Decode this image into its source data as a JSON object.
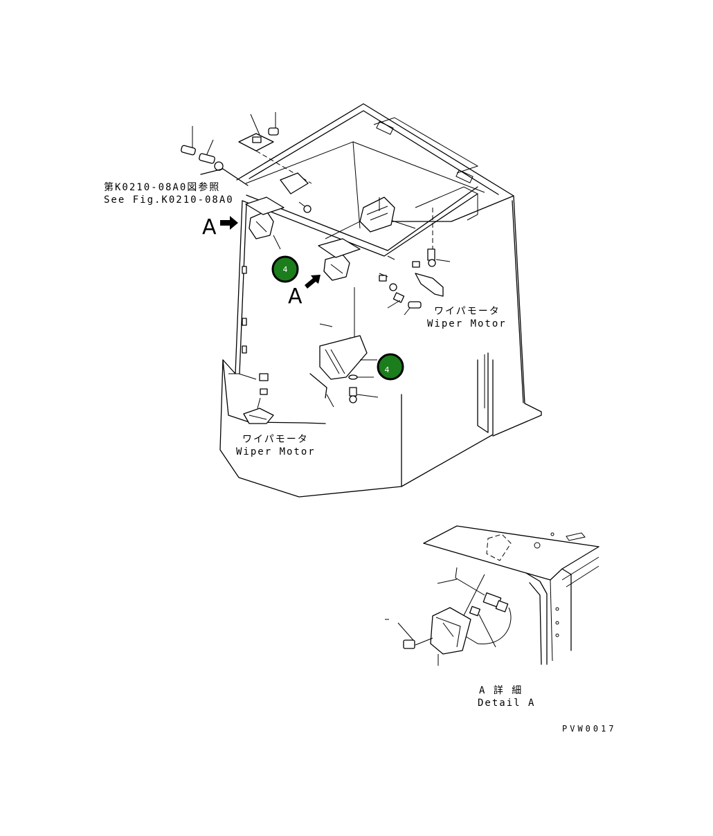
{
  "refs": {
    "jp": "第K0210-08A0図参照",
    "en": "See Fig.K0210-08A0"
  },
  "view_arrow_label": "A",
  "wiper_motor_top": {
    "jp": "ワイパモータ",
    "en": "Wiper Motor"
  },
  "wiper_motor_front": {
    "jp": "ワイパモータ",
    "en": "Wiper Motor"
  },
  "detail": {
    "jp": "A 詳 細",
    "en": "Detail A"
  },
  "drawing_code": "PVW0017",
  "callouts": [
    {
      "label": "4"
    },
    {
      "label": "4"
    }
  ],
  "colors": {
    "callout_fill": "#1b7d1b",
    "line": "#000000"
  }
}
